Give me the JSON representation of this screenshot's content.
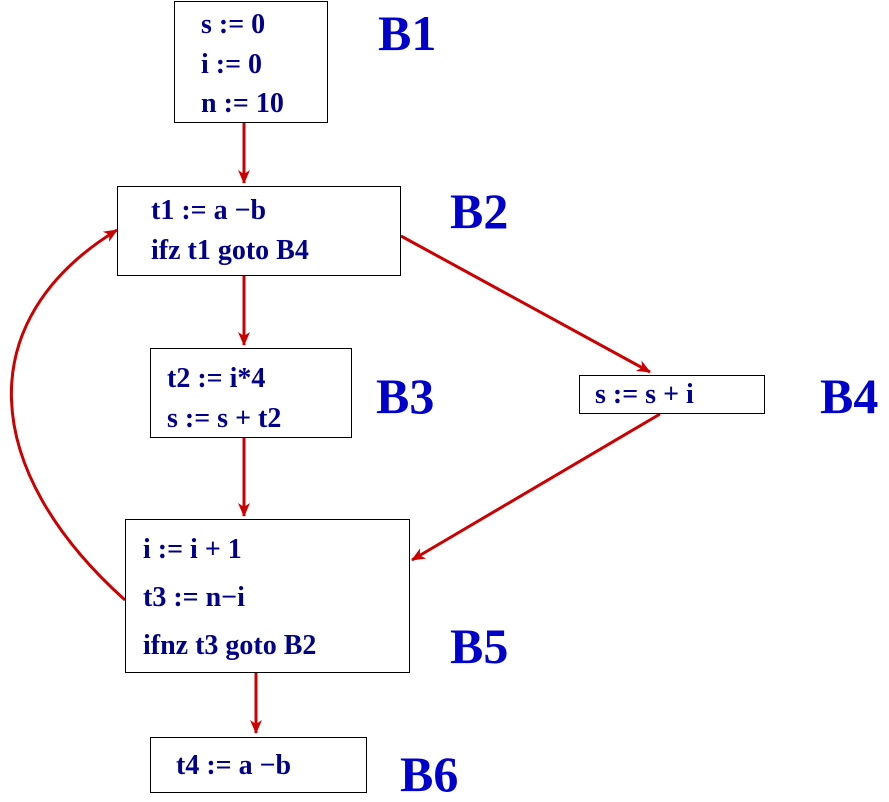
{
  "colors": {
    "edge": "#cc0000",
    "code_text": "#00008b",
    "block_label": "#0000cd",
    "border": "#000000"
  },
  "blocks": [
    {
      "id": "B1",
      "label": "B1",
      "lines": [
        "s := 0",
        "i := 0",
        "n := 10"
      ]
    },
    {
      "id": "B2",
      "label": "B2",
      "lines": [
        "t1 := a −b",
        "ifz t1 goto B4"
      ]
    },
    {
      "id": "B3",
      "label": "B3",
      "lines": [
        "t2 := i*4",
        "s := s + t2"
      ]
    },
    {
      "id": "B4",
      "label": "B4",
      "lines": [
        "s := s + i"
      ]
    },
    {
      "id": "B5",
      "label": "B5",
      "lines": [
        "i := i + 1",
        "t3 := n−i",
        "ifnz t3 goto B2"
      ]
    },
    {
      "id": "B6",
      "label": "B6",
      "lines": [
        "t4 := a −b"
      ]
    }
  ],
  "edges": [
    {
      "from": "B1",
      "to": "B2"
    },
    {
      "from": "B2",
      "to": "B3"
    },
    {
      "from": "B2",
      "to": "B4"
    },
    {
      "from": "B3",
      "to": "B5"
    },
    {
      "from": "B4",
      "to": "B5"
    },
    {
      "from": "B5",
      "to": "B2"
    },
    {
      "from": "B5",
      "to": "B6"
    }
  ]
}
